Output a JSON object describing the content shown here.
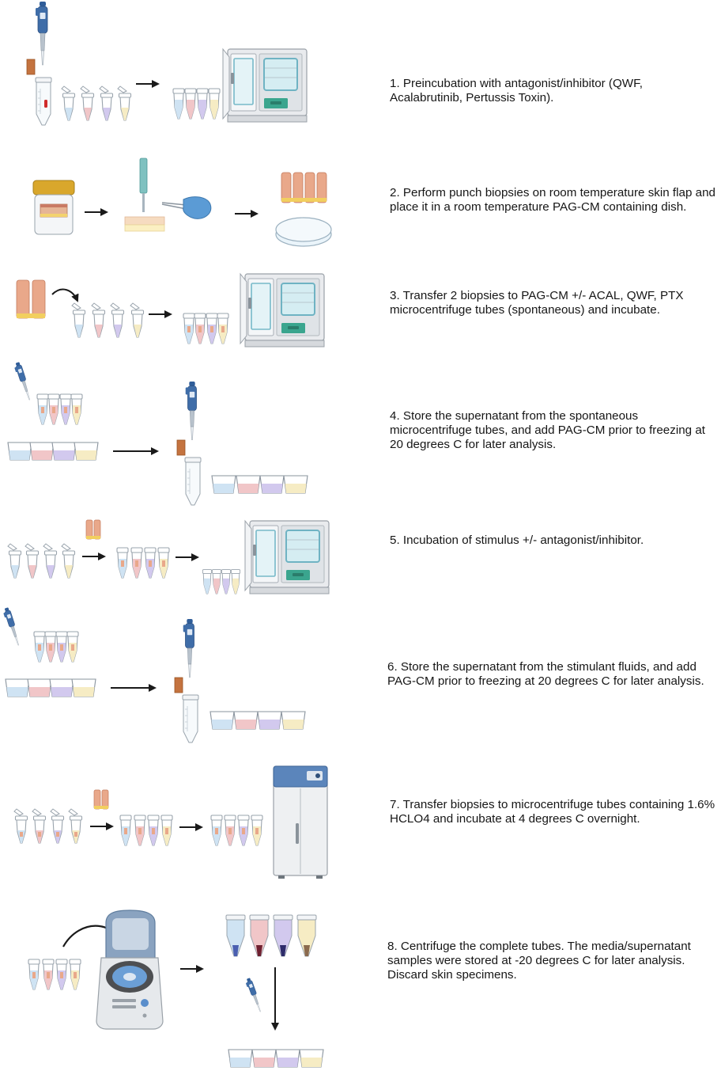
{
  "colors": {
    "tube_fills": [
      "#cfe3f3",
      "#f1c6c8",
      "#d2c9ee",
      "#f6ecc4"
    ],
    "tube_liquid": [
      "#b7d5ee",
      "#eba9b0",
      "#b9acea",
      "#efdfa5"
    ],
    "biopsy": "#e9a88a",
    "pipette": "#3f6da8",
    "incubator_panel": "#3aa58e",
    "freezer_top": "#5b85bb",
    "arrow": "#1a1a1a"
  },
  "icons": [
    "pipette-icon",
    "microcentrifuge-tube-icon",
    "conical-tube-icon",
    "incubator-icon",
    "specimen-jar-icon",
    "biopsy-punch-icon",
    "petri-dish-icon",
    "well-plate-icon",
    "freezer-icon",
    "centrifuge-icon",
    "arrow-right-icon",
    "arrow-down-icon"
  ],
  "steps": [
    {
      "text": "1. Preincubation with antagonist/inhibitor (QWF, Acalabrutinib, Pertussis Toxin)."
    },
    {
      "text": "2. Perform punch biopsies on room temperature skin flap and place it in a room temperature PAG-CM containing dish."
    },
    {
      "text": "3. Transfer 2 biopsies to PAG-CM +/- ACAL, QWF, PTX microcentrifuge tubes (spontaneous) and incubate."
    },
    {
      "text": "4. Store the supernatant from the spontaneous microcentrifuge tubes, and add PAG-CM prior to freezing at 20 degrees C for later analysis."
    },
    {
      "text": "5. Incubation of stimulus +/- antagonist/inhibitor."
    },
    {
      "text": "6. Store the supernatant from the stimulant fluids, and add PAG-CM prior to freezing at 20 degrees C for later analysis."
    },
    {
      "text": "7. Transfer biopsies to microcentrifuge tubes containing 1.6% HCLO4 and incubate at 4 degrees C overnight."
    },
    {
      "text": "8. Centrifuge the complete tubes. The media/supernatant samples were stored at -20 degrees C for later analysis. Discard skin specimens."
    }
  ]
}
